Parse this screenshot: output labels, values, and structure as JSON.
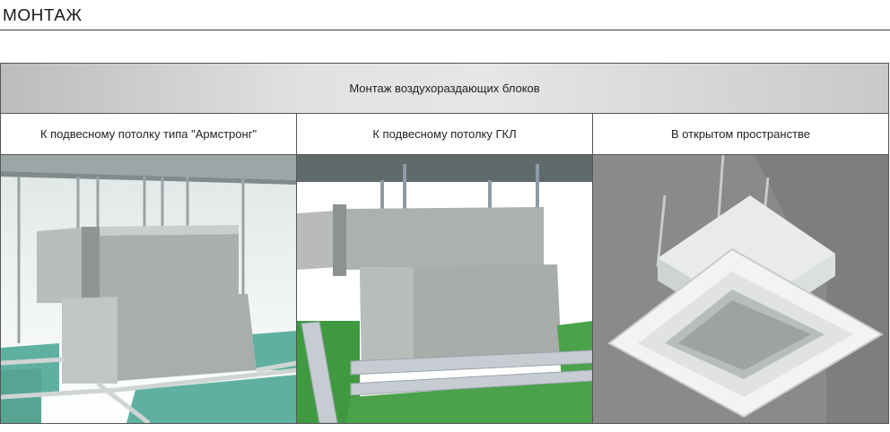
{
  "page": {
    "title": "МОНТАЖ"
  },
  "table": {
    "header": "Монтаж воздухораздающих блоков",
    "columns": [
      {
        "label": "К подвесному потолку типа \"Армстронг\""
      },
      {
        "label": "К подвесному потолку ГКЛ"
      },
      {
        "label": "В открытом пространстве"
      }
    ]
  },
  "colors": {
    "rule": "#3a3a3a",
    "border": "#555555",
    "panel_green": "#5fb0a0",
    "floor_green": "#3f9a3f",
    "concrete": "#8a8a88"
  }
}
